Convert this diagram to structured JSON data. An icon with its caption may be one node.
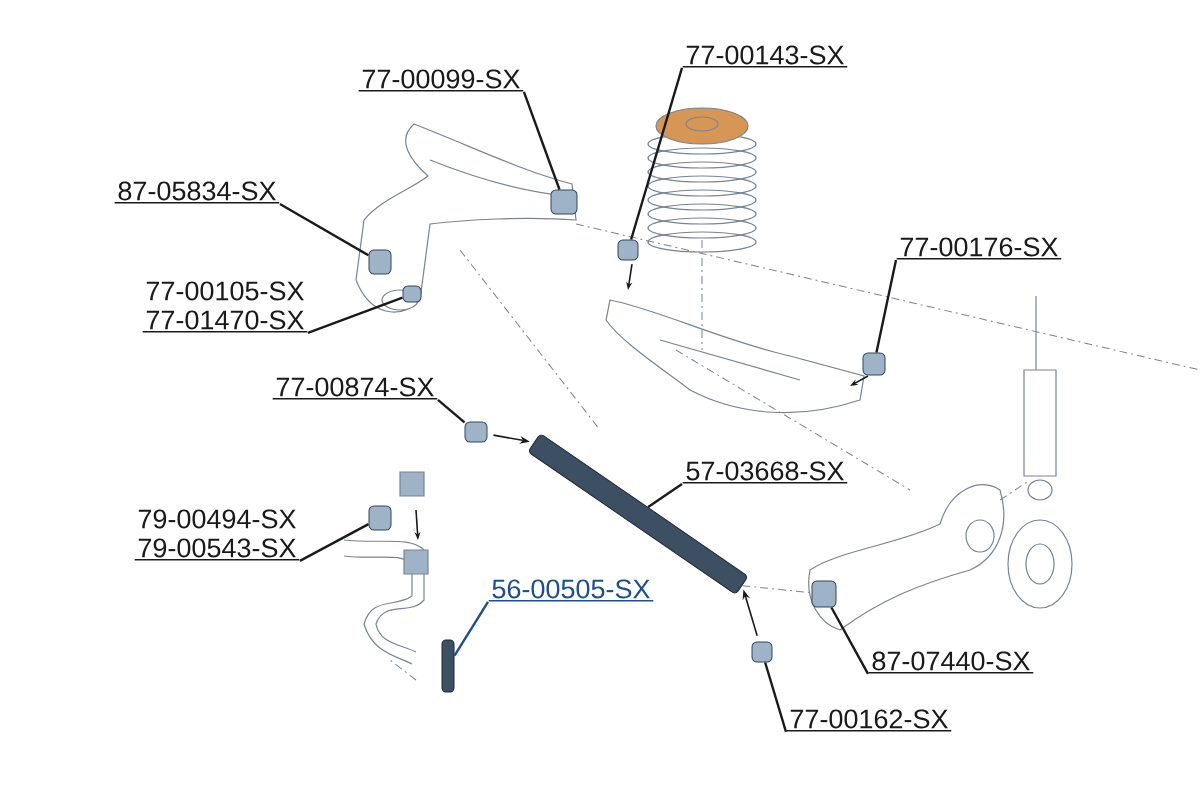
{
  "diagram": {
    "nodes": [
      {
        "text": [
          "77-00143-SX"
        ]
      },
      {
        "text": [
          "77-00099-SX"
        ]
      },
      {
        "text": [
          "87-05834-SX"
        ]
      },
      {
        "text": [
          "77-00176-SX"
        ]
      },
      {
        "text": [
          "77-00105-SX",
          "77-01470-SX"
        ]
      },
      {
        "text": [
          "77-00874-SX"
        ]
      },
      {
        "text": [
          "57-03668-SX"
        ]
      },
      {
        "text": [
          "79-00494-SX",
          "79-00543-SX"
        ]
      },
      {
        "text": [
          "56-00505-SX"
        ]
      },
      {
        "text": [
          "87-07440-SX"
        ]
      },
      {
        "text": [
          "77-00162-SX"
        ]
      },
      {
        "text": [],
        "shape": "box"
      },
      {
        "text": [],
        "shape": "box"
      },
      {
        "text": [],
        "shape": "box"
      },
      {
        "text": [],
        "shape": "bar"
      },
      {
        "text": [],
        "shape": "box"
      },
      {
        "text": [],
        "shape": "box"
      },
      {
        "text": [],
        "shape": "box"
      },
      {
        "text": [],
        "shape": "bar"
      },
      {
        "text": [],
        "shape": "box"
      },
      {
        "text": [],
        "shape": "box"
      },
      {
        "text": [],
        "shape": "box"
      }
    ],
    "edges": [
      {
        "from": 0,
        "to": 17,
        "arrow": "none"
      },
      {
        "from": 1,
        "to": 16,
        "arrow": "none"
      },
      {
        "from": 2,
        "to": 11,
        "arrow": "none"
      },
      {
        "from": 3,
        "to": 21,
        "arrow": "none"
      },
      {
        "from": 4,
        "to": 13,
        "arrow": "none"
      },
      {
        "from": 5,
        "to": 15,
        "arrow": "none"
      },
      {
        "from": 6,
        "to": 18,
        "arrow": "none"
      },
      {
        "from": 7,
        "to": 12,
        "arrow": "none"
      },
      {
        "from": 8,
        "to": 14,
        "arrow": "none",
        "color": "#1f4e8c"
      },
      {
        "from": 9,
        "to": 20,
        "arrow": "none"
      },
      {
        "from": 10,
        "to": 19,
        "arrow": "none"
      },
      {
        "from": 15,
        "to": 18,
        "arrow": "to"
      },
      {
        "from": 19,
        "to": 18,
        "arrow": "to"
      },
      {
        "from": 18,
        "to": 20,
        "arrow": "none",
        "style": "dashed",
        "color": "#788492"
      }
    ]
  }
}
